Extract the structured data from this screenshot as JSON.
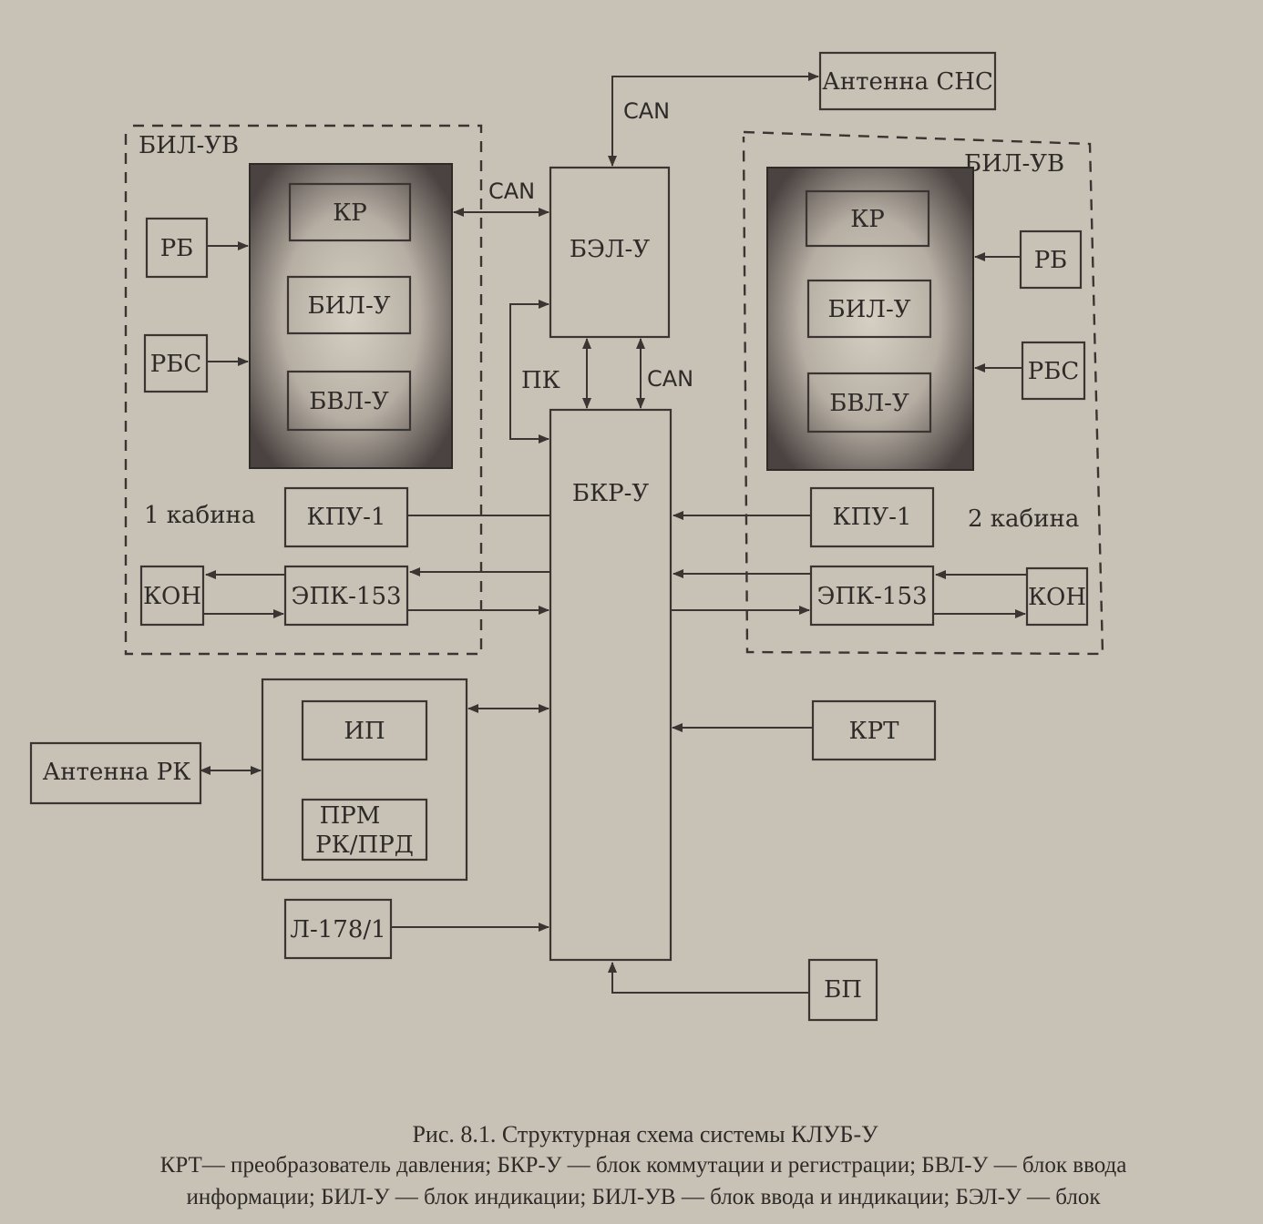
{
  "colors": {
    "paper": "#c8c2b6",
    "ink": "#3a3532",
    "panel_dark": "#4a4341",
    "panel_light": "#d6d0c4"
  },
  "labels": {
    "antenna_sns": "Антенна СНС",
    "can_top": "CAN",
    "can_left": "CAN",
    "can_mid": "CAN",
    "pk": "ПК",
    "bel_u": "БЭЛ-У",
    "bkr_u": "БКР-У",
    "krt": "КРТ",
    "bp": "БП",
    "l178": "Л-178/1",
    "antenna_rk": "Антенна РК",
    "ip": "ИП",
    "prm_line1": "ПРМ",
    "prm_line2": "РК/ПРД"
  },
  "cab1": {
    "group_label": "БИЛ-УВ",
    "cabin_label": "1 кабина",
    "kr": "КР",
    "bil_u": "БИЛ-У",
    "bvl_u": "БВЛ-У",
    "rb": "РБ",
    "rbs": "РБС",
    "kpu": "КПУ-1",
    "kon": "КОН",
    "epk": "ЭПК-153"
  },
  "cab2": {
    "group_label": "БИЛ-УВ",
    "cabin_label": "2 кабина",
    "kr": "КР",
    "bil_u": "БИЛ-У",
    "bvl_u": "БВЛ-У",
    "rb": "РБ",
    "rbs": "РБС",
    "kpu": "КПУ-1",
    "kon": "КОН",
    "epk": "ЭПК-153"
  },
  "caption": {
    "title": "Рис. 8.1. Структурная схема системы КЛУБ-У",
    "line1": "КРТ— преобразователь давления; БКР-У — блок коммутации и регистрации; БВЛ-У — блок ввода",
    "line2": "информации; БИЛ-У — блок индикации; БИЛ-УВ — блок ввода и индикации; БЭЛ-У — блок"
  }
}
